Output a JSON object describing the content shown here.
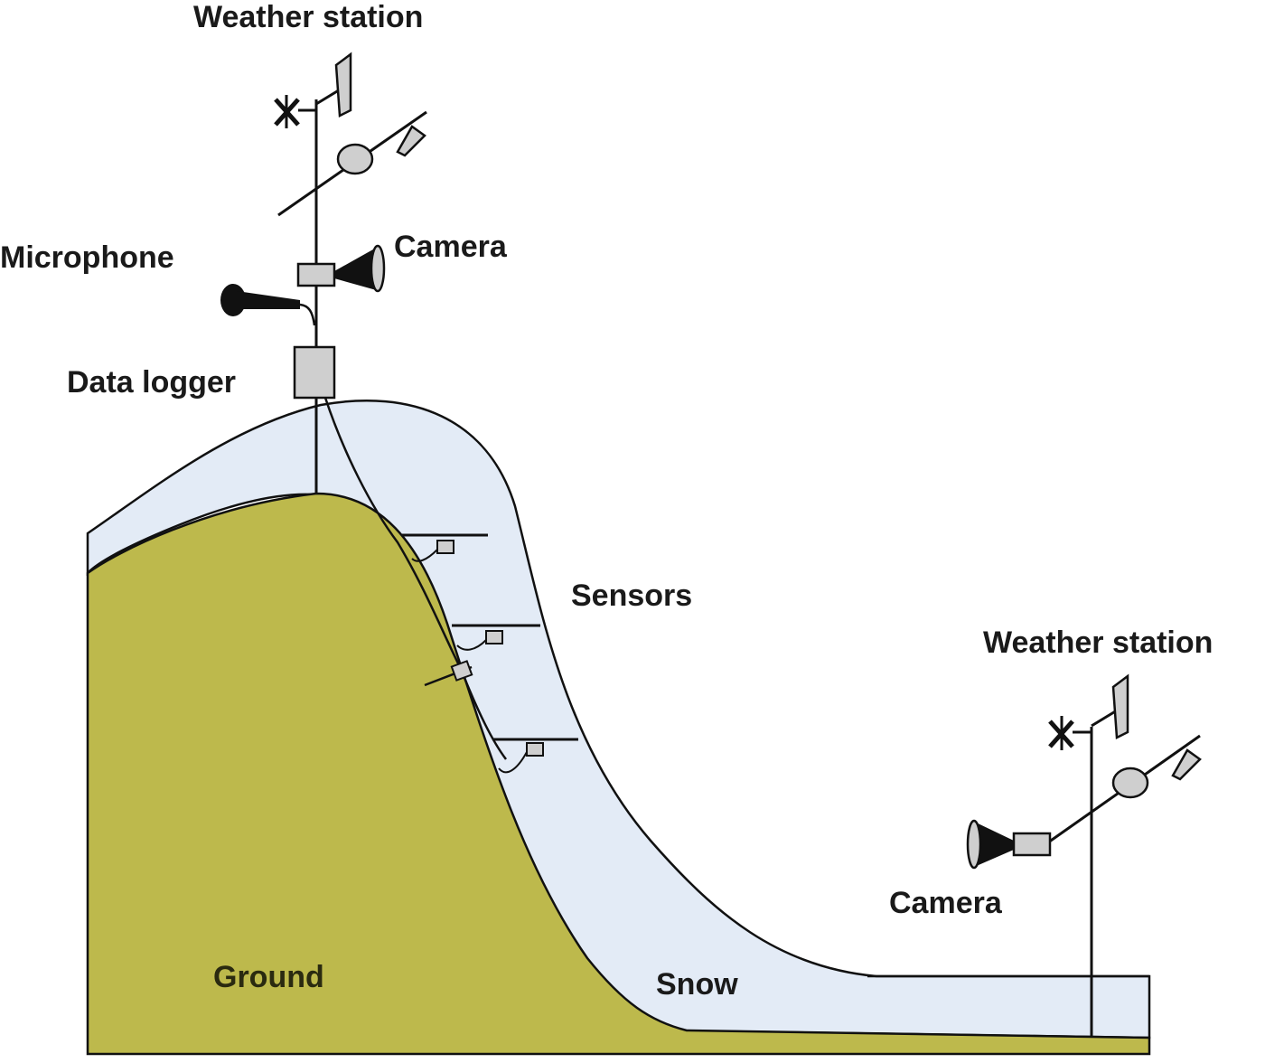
{
  "labels": {
    "weather_station_top": "Weather station",
    "weather_station_right": "Weather station",
    "microphone": "Microphone",
    "camera_top": "Camera",
    "camera_right": "Camera",
    "data_logger": "Data logger",
    "sensors": "Sensors",
    "ground": "Ground",
    "snow": "Snow"
  },
  "colors": {
    "ground": "#bdb94c",
    "snow": "#e3ebf6",
    "line": "#111111",
    "device": "#cfcfcf"
  }
}
